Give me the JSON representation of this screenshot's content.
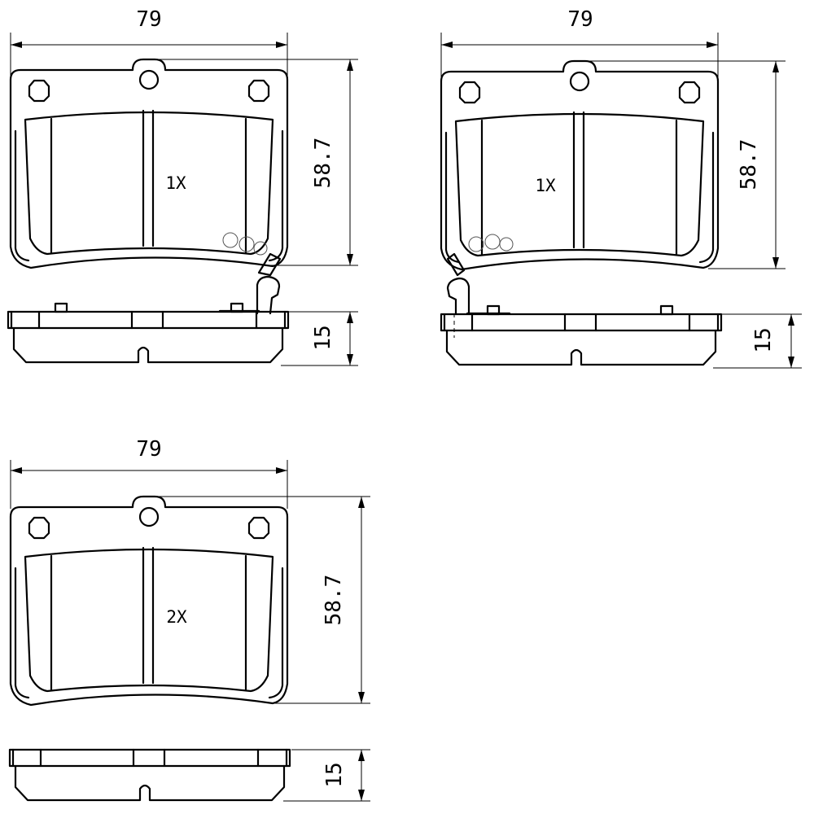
{
  "drawings": [
    {
      "width_dim": "79",
      "height_dim": "58.7",
      "thickness_dim": "15",
      "quantity": "1X",
      "wear_indicator": "right"
    },
    {
      "width_dim": "79",
      "height_dim": "58.7",
      "thickness_dim": "15",
      "quantity": "1X",
      "wear_indicator": "left"
    },
    {
      "width_dim": "79",
      "height_dim": "58.7",
      "thickness_dim": "15",
      "quantity": "2X",
      "wear_indicator": "none"
    }
  ]
}
